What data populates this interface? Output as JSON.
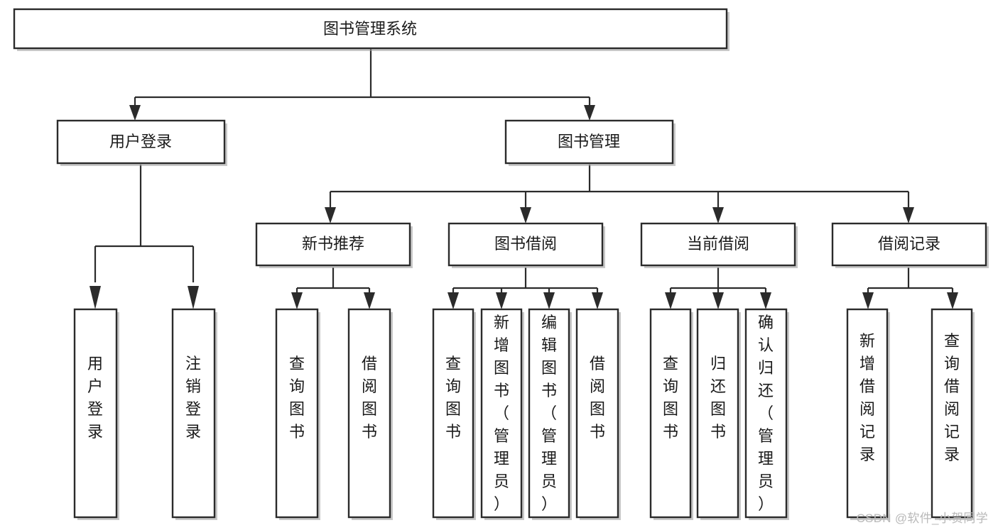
{
  "diagram": {
    "type": "tree",
    "title": "图书管理系统",
    "watermark": "CSDN @软件_小贺同学",
    "colors": {
      "background": "#ffffff",
      "box_fill": "#ffffff",
      "box_stroke": "#2b2b2b",
      "shadow": "#9a9a9a",
      "text": "#1a1a1a",
      "watermark": "#b9b9b9"
    },
    "levels": {
      "root": {
        "label": "图书管理系统",
        "orientation": "horizontal"
      },
      "level2": [
        {
          "id": "user-login",
          "label": "用户登录",
          "orientation": "horizontal"
        },
        {
          "id": "book-management",
          "label": "图书管理",
          "orientation": "horizontal"
        }
      ],
      "level3": [
        {
          "id": "new-book-recommend",
          "label": "新书推荐",
          "orientation": "horizontal",
          "parent": "book-management"
        },
        {
          "id": "book-borrow",
          "label": "图书借阅",
          "orientation": "horizontal",
          "parent": "book-management"
        },
        {
          "id": "current-borrow",
          "label": "当前借阅",
          "orientation": "horizontal",
          "parent": "book-management"
        },
        {
          "id": "borrow-record",
          "label": "借阅记录",
          "orientation": "horizontal",
          "parent": "book-management"
        }
      ],
      "leaves": [
        {
          "id": "leaf-user-login",
          "label": "用户登录",
          "orientation": "vertical",
          "parent": "user-login"
        },
        {
          "id": "leaf-user-logout",
          "label": "注销登录",
          "orientation": "vertical",
          "parent": "user-login"
        },
        {
          "id": "leaf-query-book-1",
          "label": "查询图书",
          "orientation": "vertical",
          "parent": "new-book-recommend"
        },
        {
          "id": "leaf-borrow-book-1",
          "label": "借阅图书",
          "orientation": "vertical",
          "parent": "new-book-recommend"
        },
        {
          "id": "leaf-query-book-2",
          "label": "查询图书",
          "orientation": "vertical",
          "parent": "book-borrow"
        },
        {
          "id": "leaf-add-book",
          "label": "新增图书（管理员）",
          "orientation": "vertical",
          "parent": "book-borrow"
        },
        {
          "id": "leaf-edit-book",
          "label": "编辑图书（管理员）",
          "orientation": "vertical",
          "parent": "book-borrow"
        },
        {
          "id": "leaf-borrow-book-2",
          "label": "借阅图书",
          "orientation": "vertical",
          "parent": "book-borrow"
        },
        {
          "id": "leaf-query-book-3",
          "label": "查询图书",
          "orientation": "vertical",
          "parent": "current-borrow"
        },
        {
          "id": "leaf-return-book",
          "label": "归还图书",
          "orientation": "vertical",
          "parent": "current-borrow"
        },
        {
          "id": "leaf-confirm-return",
          "label": "确认归还（管理员）",
          "orientation": "vertical",
          "parent": "current-borrow"
        },
        {
          "id": "leaf-add-record",
          "label": "新增借阅记录",
          "orientation": "vertical",
          "parent": "borrow-record"
        },
        {
          "id": "leaf-query-record",
          "label": "查询借阅记录",
          "orientation": "vertical",
          "parent": "borrow-record"
        }
      ]
    }
  }
}
